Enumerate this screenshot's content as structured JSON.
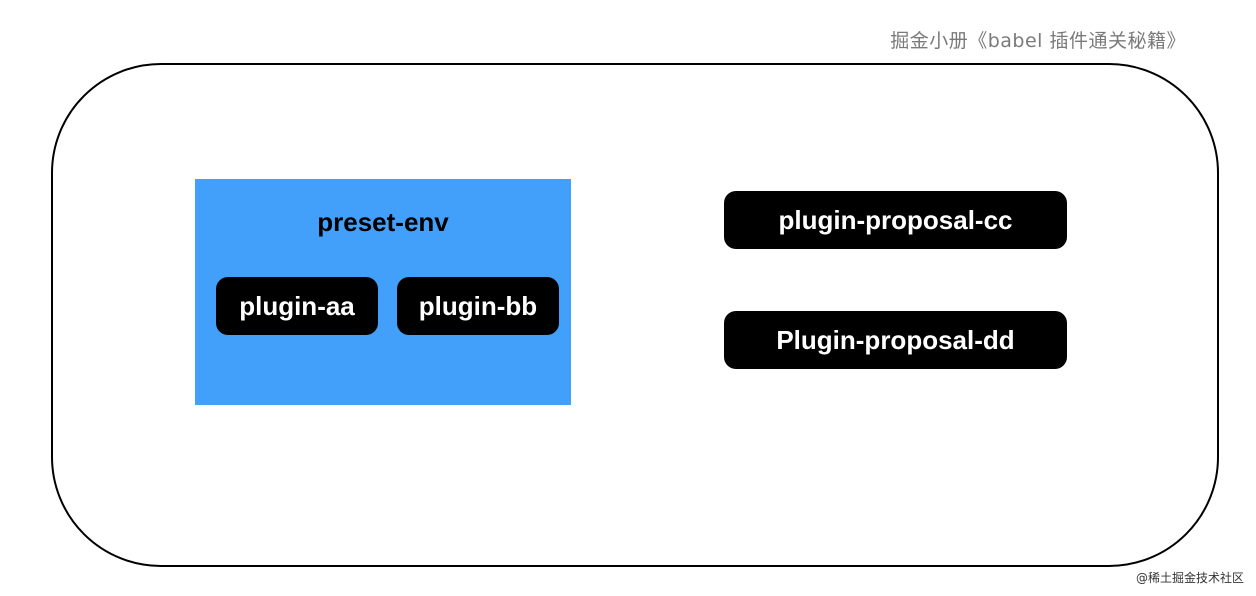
{
  "header": {
    "caption": "掘金小册《babel 插件通关秘籍》"
  },
  "diagram": {
    "preset": {
      "title": "preset-env",
      "color": "#42a0fa",
      "plugins": [
        {
          "label": "plugin-aa"
        },
        {
          "label": "plugin-bb"
        }
      ]
    },
    "standalone_plugins": [
      {
        "label": "plugin-proposal-cc"
      },
      {
        "label": "Plugin-proposal-dd"
      }
    ]
  },
  "watermark": {
    "text": "@稀土掘金技术社区"
  }
}
